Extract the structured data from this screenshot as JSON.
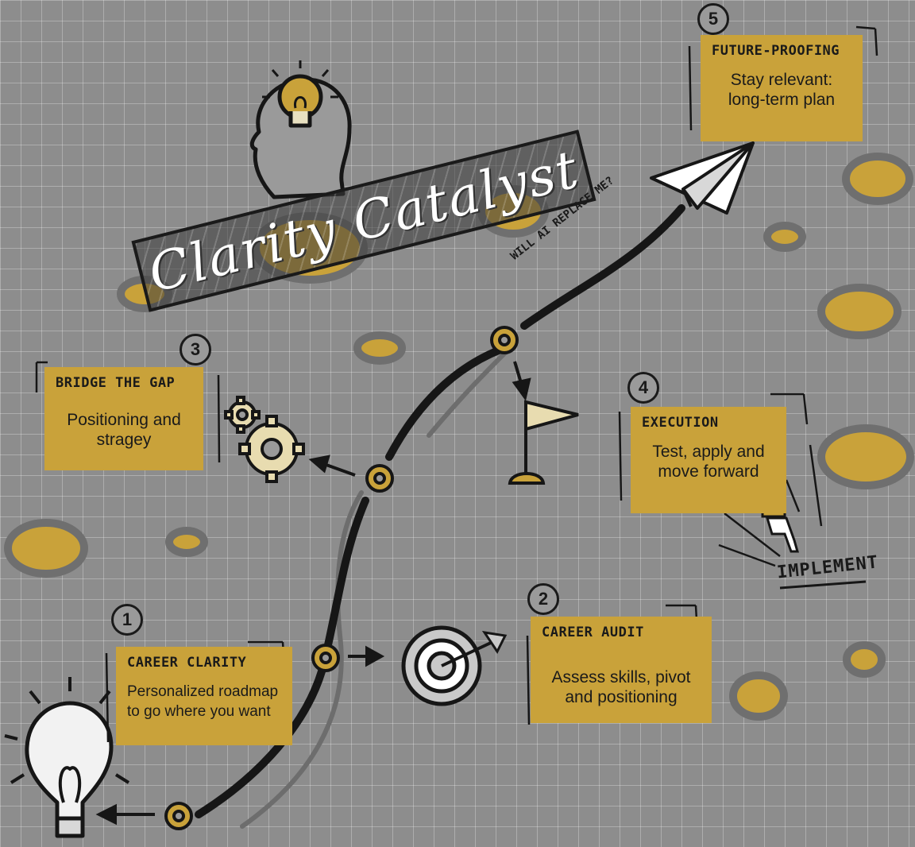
{
  "title": "Clarity Catalyst",
  "road_label": "WILL AI REPLACE ME?",
  "implement_label": "IMPLEMENT",
  "steps": [
    {
      "number": "1",
      "heading": "CAREER CLARITY",
      "body": "Personalized roadmap to go where you want"
    },
    {
      "number": "2",
      "heading": "CAREER AUDIT",
      "body": "Assess skills, pivot and positioning"
    },
    {
      "number": "3",
      "heading": "BRIDGE THE GAP",
      "body": "Positioning and stragey"
    },
    {
      "number": "4",
      "heading": "EXECUTION",
      "body": "Test, apply and move forward"
    },
    {
      "number": "5",
      "heading": "FUTURE-PROOFING",
      "body": "Stay relevant: long-term plan"
    }
  ],
  "colors": {
    "accent": "#c9a23a",
    "ink": "#1a1a1a",
    "background": "#8d8d8d"
  },
  "icons": [
    "head-lightbulb-icon",
    "lightbulb-icon",
    "target-icon",
    "gears-icon",
    "flag-icon",
    "paper-plane-icon",
    "pointing-hand-icon"
  ]
}
